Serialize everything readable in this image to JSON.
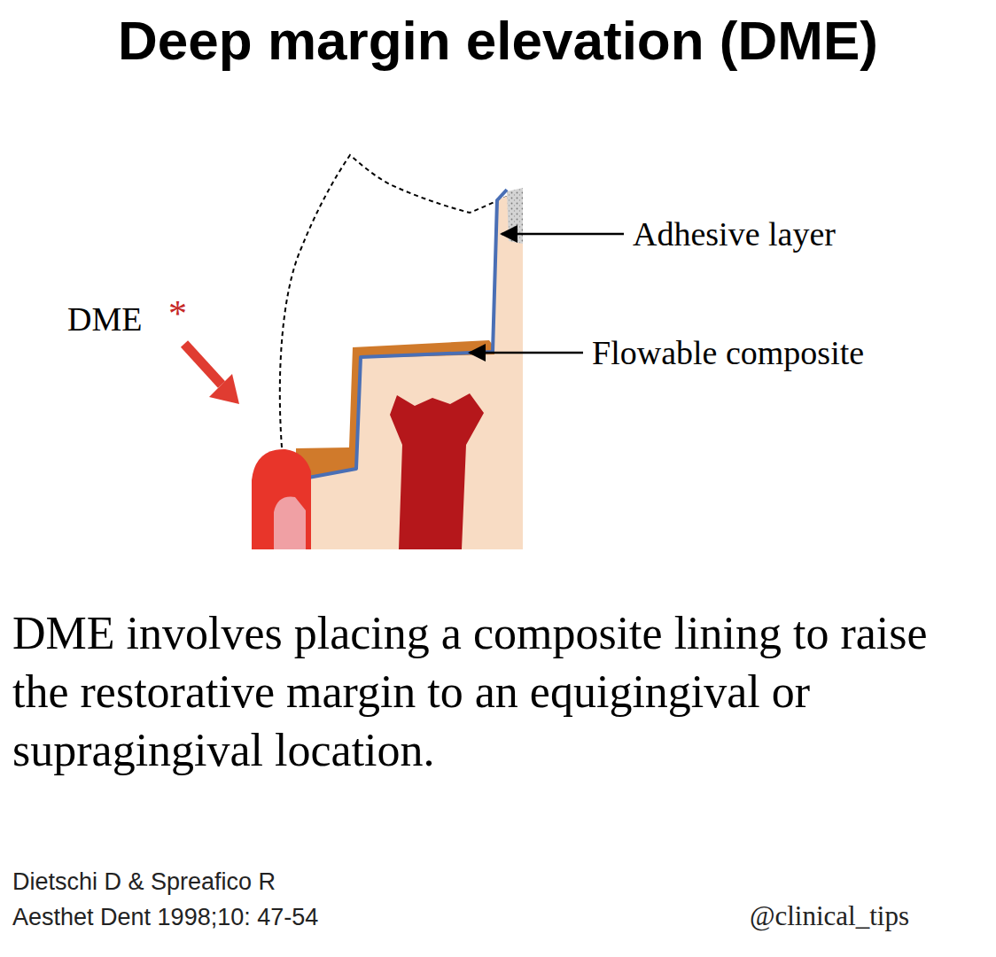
{
  "diagram": {
    "title": "Deep margin elevation (DME)",
    "caption": "DME involves placing a composite lining to raise the restorative margin to an equigingival or supragingival location.",
    "labels": [
      "DME",
      "*",
      "Adhesive layer",
      "Flowable composite",
      "Dietschi D & Spreafico R",
      "Aesthet Dent 1998;10: 47-54",
      "@clinical_tips"
    ]
  }
}
